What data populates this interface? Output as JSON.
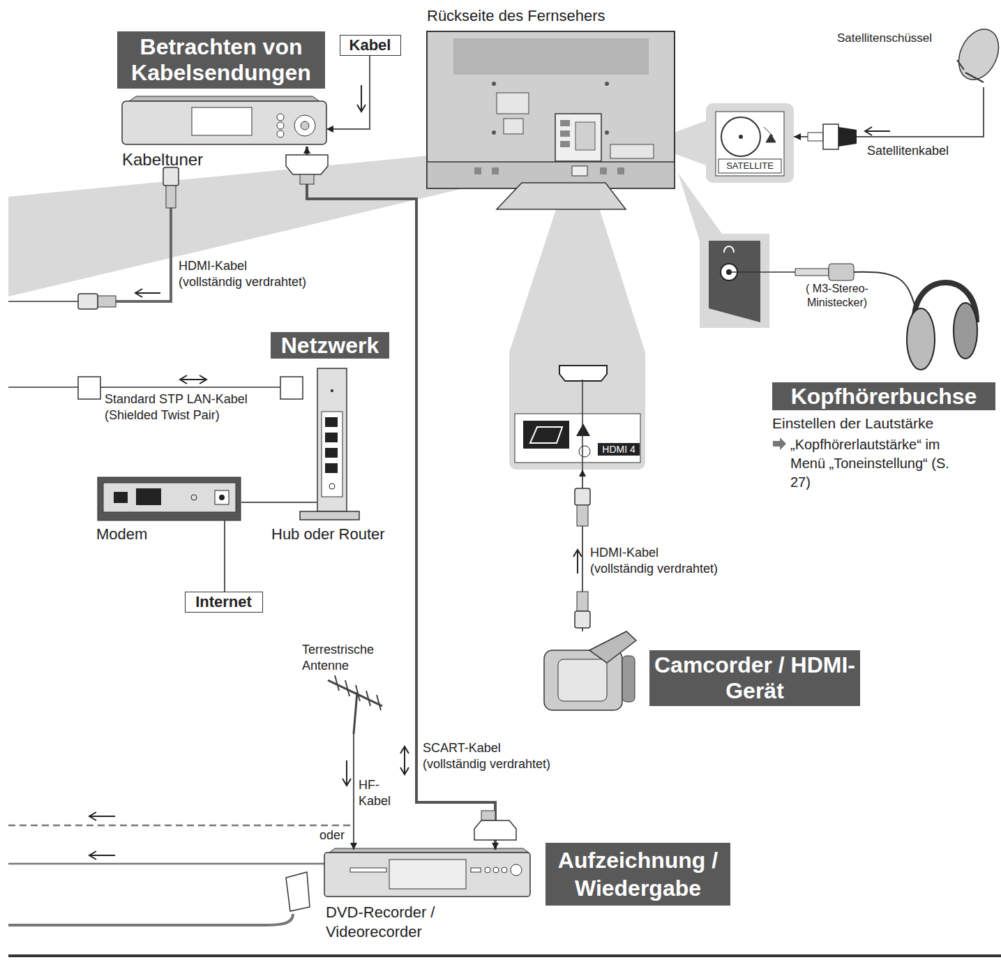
{
  "diagram": {
    "nodes": [
      {
        "text": [
          "Betrachten von Kabelsendungen"
        ]
      },
      {
        "text": [
          "Kabel"
        ]
      },
      {
        "text": [
          "Rückseite des Fernsehers"
        ]
      },
      {
        "text": [
          "Satellitenschüssel"
        ]
      },
      {
        "text": [
          "Kabeltuner"
        ]
      },
      {
        "text": [
          "SATELLITE"
        ]
      },
      {
        "text": [
          "Netzwerk"
        ]
      },
      {
        "text": [
          "HDMI 4"
        ]
      },
      {
        "text": [
          "Kopfhörerbuchse"
        ]
      },
      {
        "text": [
          "Modem"
        ]
      },
      {
        "text": [
          "Hub oder Router"
        ]
      },
      {
        "text": [
          "Internet"
        ]
      },
      {
        "text": [
          "Camcorder / HDMI-Gerät"
        ]
      },
      {
        "text": [
          "Terrestrische Antenne"
        ]
      },
      {
        "text": [
          "DVD-Recorder / Videorecorder"
        ]
      },
      {
        "text": [
          "Aufzeichnung / Wiedergabe"
        ]
      }
    ],
    "edges": [
      {
        "from": 1,
        "to": 4,
        "arrow": "to"
      },
      {
        "from": 3,
        "to": 5,
        "label": "Satellitenkabel",
        "arrow": "to"
      },
      {
        "from": 4,
        "to": 14,
        "label": "SCART-Kabel (vollständig verdrahtet)",
        "arrow": "both"
      },
      {
        "from": 12,
        "to": 7,
        "label": "HDMI-Kabel (vollständig verdrahtet)",
        "arrow": "to"
      },
      {
        "from": 13,
        "to": 14,
        "label": "HF-Kabel",
        "arrow": "to"
      },
      {
        "from": 9,
        "to": 10,
        "arrow": "none"
      },
      {
        "from": 9,
        "to": 11,
        "arrow": "none"
      }
    ],
    "labels": [
      "HDMI-Kabel (vollständig verdrahtet)",
      "Standard STP LAN-Kabel (Shielded Twist Pair)",
      "( M3-Stereo- Ministecker)",
      "Einstellen der Lautstärke",
      "„Kopfhörerlautstärke“ im Menü „Toneinstellung“ (S. 27)",
      "oder"
    ]
  }
}
